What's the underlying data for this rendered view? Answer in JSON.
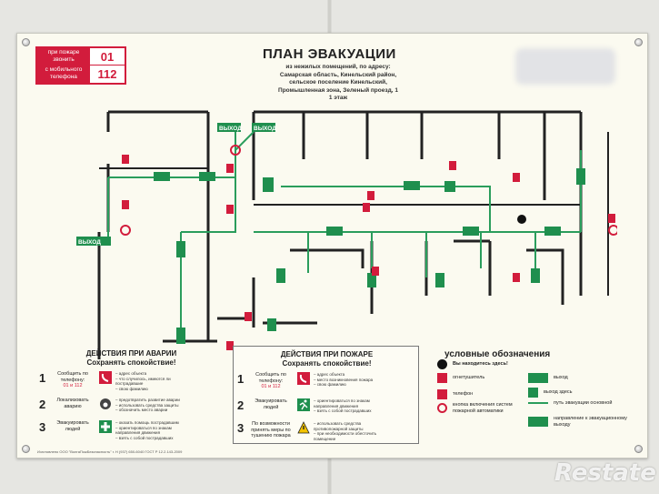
{
  "phone_box": {
    "fire_label": "при пожаре звонить",
    "fire_number": "01",
    "mobile_label": "с мобильного телефона",
    "mobile_number": "112"
  },
  "header": {
    "title": "ПЛАН ЭВАКУАЦИИ",
    "address_lines": [
      "из нежилых помещений, по адресу:",
      "Самарская область, Кинельский район,",
      "сельское поселение Кинельский,",
      "Промышленная зона, Зеленый проезд, 1",
      "1 этаж"
    ]
  },
  "plan": {
    "exit_labels": [
      "ВЫХОД",
      "ВЫХОД",
      "ВЫХОД"
    ],
    "colors": {
      "route": "#2a9d5c",
      "exit": "#1f8f4e",
      "fire": "#d21c3c",
      "wall": "#222222"
    }
  },
  "accident": {
    "title": "ДЕЙСТВИЯ ПРИ АВАРИИ",
    "subtitle": "Сохранять спокойствие!",
    "steps": [
      {
        "num": "1",
        "text": "Сообщить по телефону:",
        "extra": "01 и 112",
        "items": [
          "– адрес объекта",
          "– что случилось, имеются ли пострадавшие",
          "– свою фамилию"
        ]
      },
      {
        "num": "2",
        "text": "Локализовать аварию",
        "extra": "",
        "items": [
          "– предотвратить развитие аварии",
          "– использовать средства защиты",
          "– обозначить место аварии"
        ]
      },
      {
        "num": "3",
        "text": "Эвакуировать людей",
        "extra": "",
        "items": [
          "– оказать помощь пострадавшим",
          "– ориентироваться по знакам направления движения",
          "– взять с собой пострадавших"
        ]
      }
    ]
  },
  "fire": {
    "title": "ДЕЙСТВИЯ ПРИ ПОЖАРЕ",
    "subtitle": "Сохранять спокойствие!",
    "steps": [
      {
        "num": "1",
        "text": "Сообщить по телефону:",
        "extra": "01 и 112",
        "items": [
          "– адрес объекта",
          "– место возникновения пожара",
          "– свою фамилию"
        ]
      },
      {
        "num": "2",
        "text": "Эвакуировать людей",
        "extra": "",
        "items": [
          "– ориентироваться по знакам направления движения",
          "– взять с собой пострадавших"
        ]
      },
      {
        "num": "3",
        "text": "По возможности принять меры по тушению пожара",
        "extra": "",
        "items": [
          "– использовать средства противопожарной защиты",
          "– при необходимости обесточить помещение"
        ]
      }
    ]
  },
  "legend": {
    "title": "условные обозначения",
    "here": "Вы находитесь здесь!",
    "items": [
      {
        "label": "огнетушитель",
        "icon": "extinguisher-icon",
        "color": "#d21c3c"
      },
      {
        "label": "выход",
        "icon": "exit-sign-icon",
        "color": "#1f8f4e"
      },
      {
        "label": "телефон",
        "icon": "phone-icon",
        "color": "#d21c3c"
      },
      {
        "label": "выход здесь",
        "icon": "exit-here-icon",
        "color": "#1f8f4e"
      },
      {
        "label": "кнопка включения систем пожарной автоматики",
        "icon": "fire-alarm-button-icon",
        "color": "#d21c3c"
      },
      {
        "label": "путь эвакуации основной",
        "icon": "route-line-icon",
        "color": "#2a9d5c"
      },
      {
        "label": "направление к эвакуационному выходу",
        "icon": "direction-arrow-icon",
        "color": "#1f8f4e"
      }
    ]
  },
  "watermark": "Restate",
  "footer": "Изготовлено ООО \"ВолгаПожБезопасность\" г. Н (937) 650-6040 ГОСТ Р 12.2.143-2009"
}
